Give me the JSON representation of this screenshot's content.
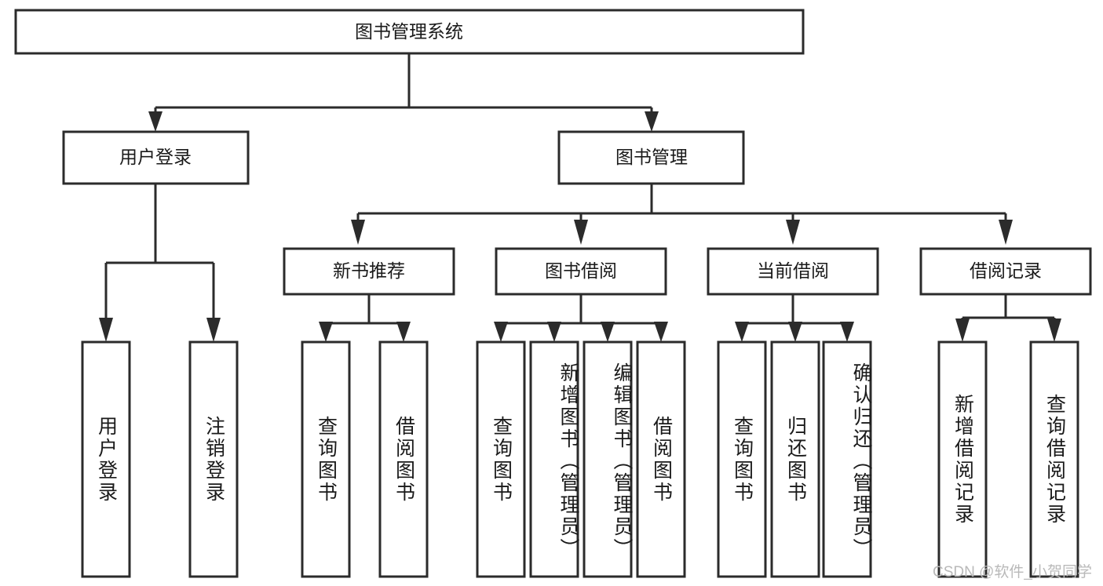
{
  "diagram": {
    "title": "图书管理系统",
    "type": "hierarchy-tree",
    "root": {
      "id": "root",
      "label": "图书管理系统"
    },
    "level2": [
      {
        "id": "user-login",
        "label": "用户登录"
      },
      {
        "id": "book-manage",
        "label": "图书管理"
      }
    ],
    "level3": [
      {
        "id": "new-book-rec",
        "label": "新书推荐"
      },
      {
        "id": "book-borrow",
        "label": "图书借阅"
      },
      {
        "id": "current-borrow",
        "label": "当前借阅"
      },
      {
        "id": "borrow-record",
        "label": "借阅记录"
      }
    ],
    "leaves": [
      {
        "id": "leaf-user-login",
        "label": "用户登录",
        "parent": "user-login"
      },
      {
        "id": "leaf-logout",
        "label": "注销登录",
        "parent": "user-login"
      },
      {
        "id": "leaf-query-book-1",
        "label": "查询图书",
        "parent": "new-book-rec"
      },
      {
        "id": "leaf-borrow-book-1",
        "label": "借阅图书",
        "parent": "new-book-rec"
      },
      {
        "id": "leaf-query-book-2",
        "label": "查询图书",
        "parent": "book-borrow"
      },
      {
        "id": "leaf-add-book",
        "label": "新增图书（管理员）",
        "parent": "book-borrow"
      },
      {
        "id": "leaf-edit-book",
        "label": "编辑图书（管理员）",
        "parent": "book-borrow"
      },
      {
        "id": "leaf-borrow-book-2",
        "label": "借阅图书",
        "parent": "book-borrow"
      },
      {
        "id": "leaf-query-book-3",
        "label": "查询图书",
        "parent": "current-borrow"
      },
      {
        "id": "leaf-return-book",
        "label": "归还图书",
        "parent": "current-borrow"
      },
      {
        "id": "leaf-confirm-return",
        "label": "确认归还（管理员）",
        "parent": "current-borrow"
      },
      {
        "id": "leaf-add-record",
        "label": "新增借阅记录",
        "parent": "borrow-record"
      },
      {
        "id": "leaf-query-record",
        "label": "查询借阅记录",
        "parent": "borrow-record"
      }
    ]
  },
  "watermark": {
    "text": "CSDN @软件_小贺同学"
  },
  "colors": {
    "stroke": "#2b2b2b",
    "box_fill": "#ffffff",
    "text": "#1a1a1a",
    "background": "#ffffff",
    "watermark": "#b9b9b9"
  }
}
